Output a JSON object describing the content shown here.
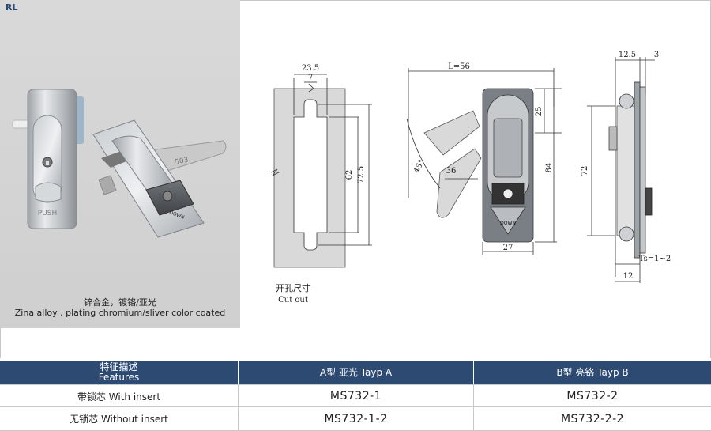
{
  "series_code": "RL",
  "caption": {
    "cn": "锌合金，镀铬/亚光",
    "en": "Zina alloy , plating chromium/sliver color coated"
  },
  "product_labels": {
    "push": "PUSH",
    "down": "DOWN",
    "marking": "503"
  },
  "drawings": {
    "cutout": {
      "dim_width": "23.5",
      "dim_slot": "7",
      "dim_62": "62",
      "dim_72_5": "72.5",
      "label_cn": "开孔尺寸",
      "label_en": "Cut out"
    },
    "front": {
      "dim_length": "L=56",
      "dim_25": "25",
      "dim_84": "84",
      "dim_36": "36",
      "dim_angle": "45°",
      "dim_27": "27",
      "down_label": "DOWN"
    },
    "side": {
      "dim_12_5": "12.5",
      "dim_3": "3",
      "dim_72": "72",
      "dim_ts": "Ts=1~2",
      "dim_12": "12"
    }
  },
  "table": {
    "header": {
      "features_cn": "特征描述",
      "features_en": "Features",
      "col_a": "A型 亚光 Tayp A",
      "col_b": "B型 亮铬 Tayp B"
    },
    "rows": [
      {
        "feature": "带锁芯  With insert",
        "a": "MS732-1",
        "b": "MS732-2"
      },
      {
        "feature": "无锁芯  Without insert",
        "a": "MS732-1-2",
        "b": "MS732-2-2"
      }
    ]
  },
  "colors": {
    "header_bg": "#2d4a73",
    "photo_bg": "#d4d4d4",
    "code_tag": "#2a4a7a"
  }
}
